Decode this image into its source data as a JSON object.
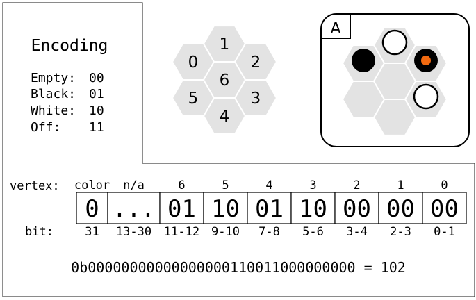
{
  "encoding": {
    "title": "Encoding",
    "rows": [
      {
        "label": "Empty:",
        "code": "00"
      },
      {
        "label": "Black:",
        "code": "01"
      },
      {
        "label": "White:",
        "code": "10"
      },
      {
        "label": "Off:",
        "code": "11"
      }
    ]
  },
  "hex_numbering": {
    "labels": [
      "0",
      "1",
      "2",
      "3",
      "4",
      "5",
      "6"
    ]
  },
  "example_board": {
    "label": "A",
    "colors": {
      "hex_fill": "#e3e3e3",
      "stone_black": "#000000",
      "stone_white": "#ffffff",
      "marker": "#f26a10"
    },
    "stones": [
      {
        "vertex": "top",
        "color": "white"
      },
      {
        "vertex": "upper-left",
        "color": "black"
      },
      {
        "vertex": "upper-right",
        "color": "black",
        "marked": true
      },
      {
        "vertex": "lower-right",
        "color": "white"
      }
    ]
  },
  "table": {
    "vertex_row_label": "vertex:",
    "bit_row_label": "bit:",
    "columns": [
      {
        "vertex": "color",
        "value": "0",
        "bits": "31"
      },
      {
        "vertex": "n/a",
        "value": "...",
        "bits": "13-30"
      },
      {
        "vertex": "6",
        "value": "01",
        "bits": "11-12"
      },
      {
        "vertex": "5",
        "value": "10",
        "bits": "9-10"
      },
      {
        "vertex": "4",
        "value": "01",
        "bits": "7-8"
      },
      {
        "vertex": "3",
        "value": "10",
        "bits": "5-6"
      },
      {
        "vertex": "2",
        "value": "00",
        "bits": "3-4"
      },
      {
        "vertex": "1",
        "value": "00",
        "bits": "2-3"
      },
      {
        "vertex": "0",
        "value": "00",
        "bits": "0-1"
      }
    ]
  },
  "binary_line": "0b00000000000000000110011000000000 = 102"
}
